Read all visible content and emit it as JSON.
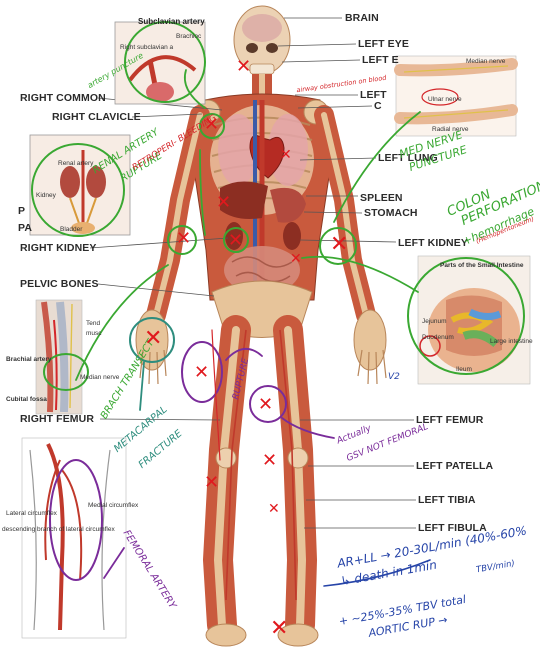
{
  "colors": {
    "ink_green": "#3aa832",
    "ink_red": "#e0191e",
    "ink_purple": "#7a2c9a",
    "ink_teal": "#2e8d7e",
    "ink_blue": "#2644a8",
    "bone": "#e7c49a",
    "muscle": "#c4553a",
    "label_text": "#2b2b2b"
  },
  "labels": {
    "brain": "BRAIN",
    "left_eye": "LEFT EYE",
    "left_e": "LEFT E",
    "left": "LEFT",
    "c": "C",
    "right_common": "RIGHT COMMON",
    "right_clavicle": "RIGHT CLAVICLE",
    "left_lung": "LEFT LUNG",
    "spleen": "SPLEEN",
    "stomach": "STOMACH",
    "pa": "PA",
    "p": "P",
    "right_kidney": "RIGHT KIDNEY",
    "left_kidney": "LEFT KIDNEY",
    "pelvic_bones": "PELVIC BONES",
    "right_femur": "RIGHT FEMUR",
    "left_femur": "LEFT FEMUR",
    "left_patella": "LEFT PATELLA",
    "left_tibia": "LEFT TIBIA",
    "left_fibula": "LEFT FIBULA"
  },
  "insets": {
    "subclavian": {
      "title": "Subclavian artery",
      "right_subclavian": "Right subclavian a",
      "brachio": "Brachioc"
    },
    "renal": {
      "renal_artery": "Renal artery",
      "kidney": "Kidney",
      "bladder": "Bladder"
    },
    "arm": {
      "median_nerve": "Median nerve",
      "ulnar_nerve": "Ulnar nerve",
      "radial_nerve": "Radial nerve"
    },
    "intestine": {
      "title": "Parts of the Small Intestine",
      "jejunum": "Jejunum",
      "ileum": "Ileum",
      "duodenum": "Duodenum",
      "large_intestine": "Large intestine"
    },
    "brachial": {
      "tendon": "Tend",
      "muscle": "musc",
      "brachial_artery": "Brachial artery",
      "median_nerve": "Median nerve",
      "cubital_fossa": "Cubital fossa"
    },
    "femoral": {
      "lateral_circumflex": "Lateral circumflex",
      "medial_circumflex": "Medial circumflex",
      "descending_branch": "descending branch of lateral circumflex"
    }
  },
  "notes": {
    "artery_puncture": "artery puncture",
    "airway_obstruction": "airway obstruction on blood",
    "renal_artery": "RENAL ARTERY",
    "rupture": "RUPTURE",
    "retroperitoneal": "RETROPERI- BLEEDING",
    "med_nerve": "MED NERVE",
    "puncture": "PUNCTURE",
    "colon": "COLON",
    "perforation": "PERFORATION",
    "hemorrhage": "+hemorrhage",
    "hemorrhage_sub": "(Hemoperitoneum)",
    "brach_transect": "BRACH TRANSECT",
    "metacarpal": "METACARPAL",
    "fracture": "FRACTURE",
    "rupture2": "RUPTURE",
    "actually": "Actually",
    "gsv_not_femoral": "GSV NOT FEMORAL",
    "femoral_artery": "FEMORAL ARTERY",
    "rate1": "AR+LL → 20-30L/min (40%-60%",
    "rate1_sub": "TBV/min)",
    "rate2": "↳ death in 1min",
    "rate3": "+ ~25%-35% TBV total",
    "rate4": "AORTIC RUP →",
    "v2": "V2"
  }
}
